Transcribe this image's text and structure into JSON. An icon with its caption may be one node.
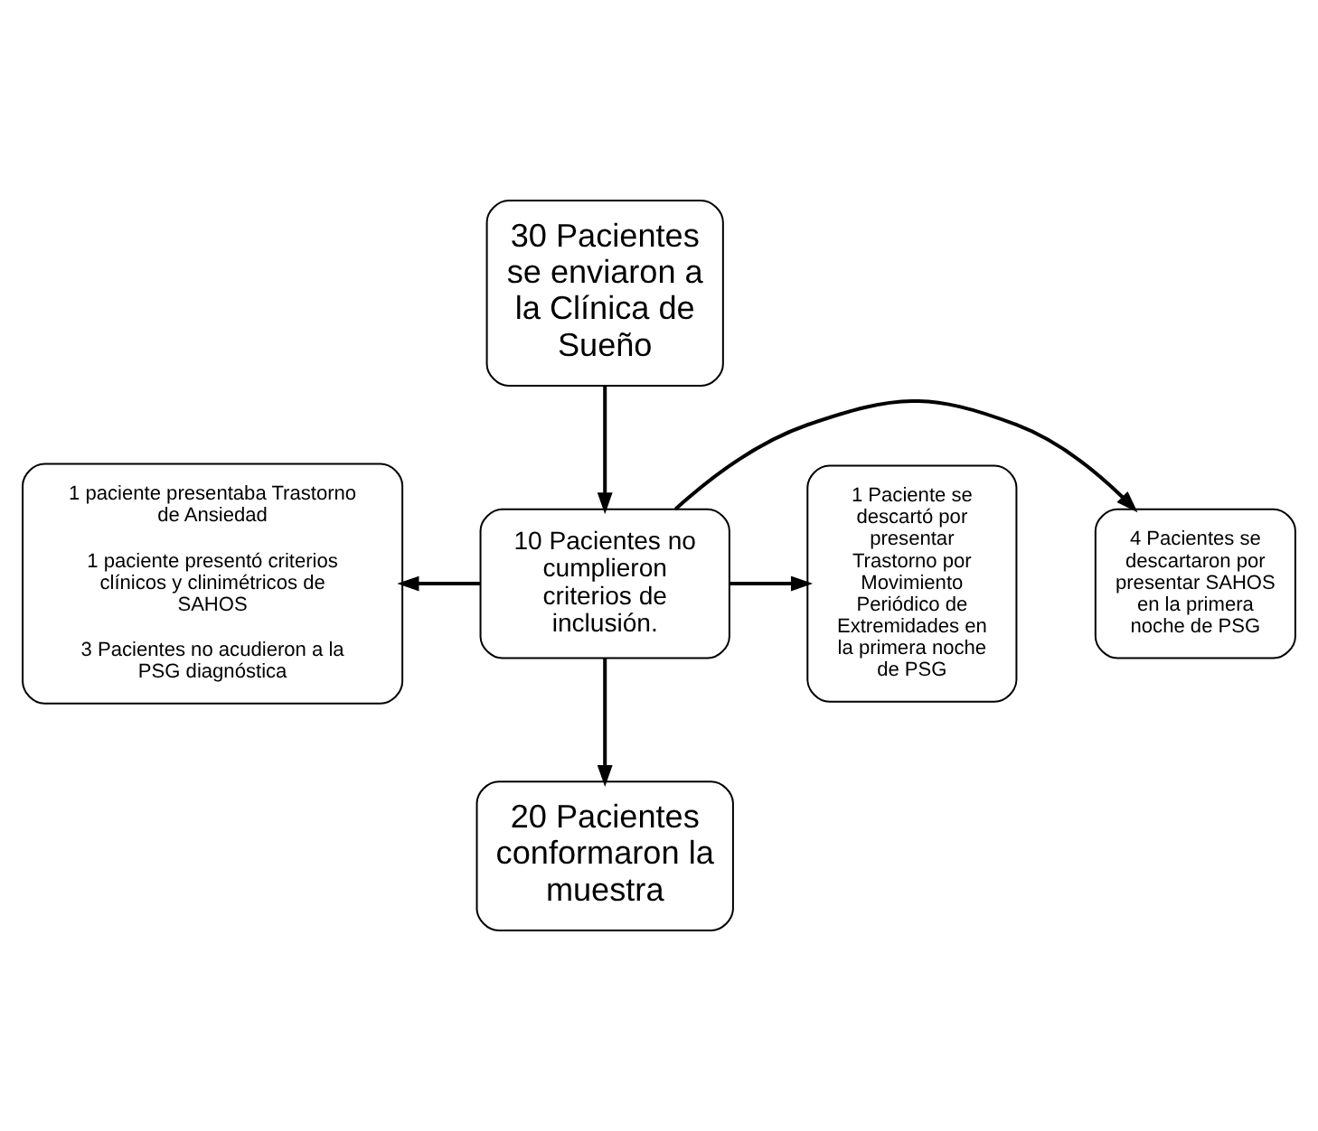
{
  "diagram": {
    "nodes": [
      {
        "text": [
          "30 Pacientes se enviaron a la Clínica de Sueño"
        ]
      },
      {
        "text": [
          "10 Pacientes no cumplieron criterios de inclusión."
        ]
      },
      {
        "text": [
          "1 paciente presentaba Trastorno de Ansiedad",
          "1 paciente presentó criterios clínicos y clinimétricos de SAHOS",
          "3 Pacientes no acudieron a la PSG diagnóstica"
        ]
      },
      {
        "text": [
          "4 Pacientes se descartaron por presentar SAHOS en la primera noche de PSG"
        ]
      },
      {
        "text": [
          "1 Paciente se descartó por presentar Trastorno por Movimiento Periódico de Extremidades en la primera noche de PSG"
        ]
      },
      {
        "text": [
          "20 Pacientes conformaron la muestra"
        ]
      }
    ],
    "edges": [
      {
        "from": 0,
        "to": 1,
        "arrow": "to"
      },
      {
        "from": 1,
        "to": 2,
        "arrow": "to"
      },
      {
        "from": 1,
        "to": 3,
        "arrow": "to"
      },
      {
        "from": 1,
        "to": 4,
        "arrow": "to"
      },
      {
        "from": 1,
        "to": 5,
        "arrow": "to"
      }
    ]
  }
}
